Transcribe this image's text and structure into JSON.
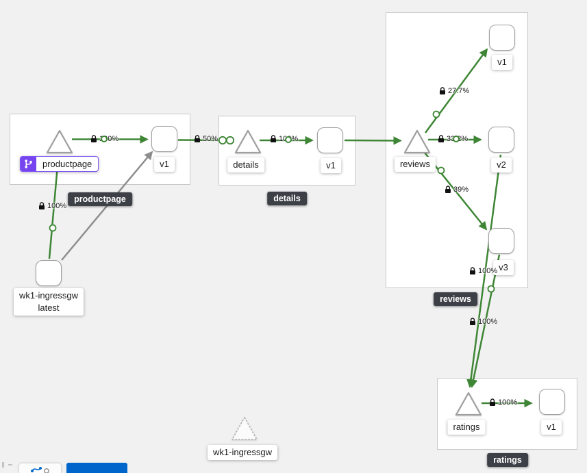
{
  "graph": {
    "app_boxes": {
      "productpage": {
        "box_label": "productpage",
        "service": "productpage",
        "workloads": {
          "v1": "v1"
        }
      },
      "details": {
        "box_label": "details",
        "service": "details",
        "workloads": {
          "v1": "v1"
        }
      },
      "reviews": {
        "box_label": "reviews",
        "service": "reviews",
        "workloads": {
          "v1": "v1",
          "v2": "v2",
          "v3": "v3"
        }
      },
      "ratings": {
        "box_label": "ratings",
        "service": "ratings",
        "workloads": {
          "v1": "v1"
        }
      }
    },
    "nodes": {
      "ingress_workload": {
        "line1": "wk1-ingressgw",
        "line2": "latest"
      },
      "ingress_service": {
        "label": "wk1-ingressgw"
      }
    },
    "edges": {
      "ingress_to_productpage": "100%",
      "productpage_to_v1": "100%",
      "pp_v1_to_details": "50%",
      "details_to_v1": "100%",
      "reviews_to_v1": "27.7%",
      "reviews_to_v2": "33.2%",
      "reviews_to_v3": "39%",
      "reviews_v3_to_ratings": "100%",
      "reviews_v2_to_ratings": "100%",
      "ratings_to_v1": "100%"
    }
  },
  "colors": {
    "edge_healthy": "#3e8635",
    "edge_no_traffic": "#8d8d8d",
    "group_badge_bg": "#3d4147",
    "virtual_service_badge": "#7745f0",
    "primary_button": "#0066cc",
    "canvas_bg": "#f1f1f2"
  }
}
